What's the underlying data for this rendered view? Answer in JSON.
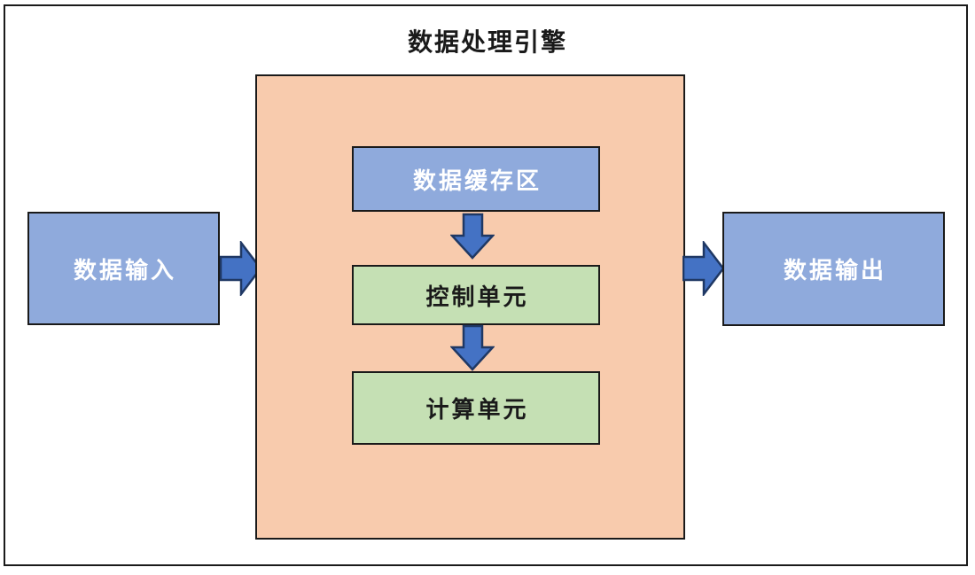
{
  "diagram": {
    "title": "数据处理引擎",
    "input_box": {
      "label": "数据输入"
    },
    "engine": {
      "buffer_box": {
        "label": "数据缓存区"
      },
      "control_box": {
        "label": "控制单元"
      },
      "compute_box": {
        "label": "计算单元"
      }
    },
    "output_box": {
      "label": "数据输出"
    },
    "flow": [
      "数据输入 → 数据处理引擎",
      "数据缓存区 → 控制单元",
      "控制单元 → 计算单元",
      "数据处理引擎 → 数据输出"
    ],
    "colors": {
      "blue_fill": "#8FAADC",
      "green_fill": "#C5E0B4",
      "orange_fill": "#F8CBAD",
      "arrow_fill": "#4472C4",
      "arrow_stroke": "#1F3864",
      "border": "#1A1A1A"
    }
  }
}
